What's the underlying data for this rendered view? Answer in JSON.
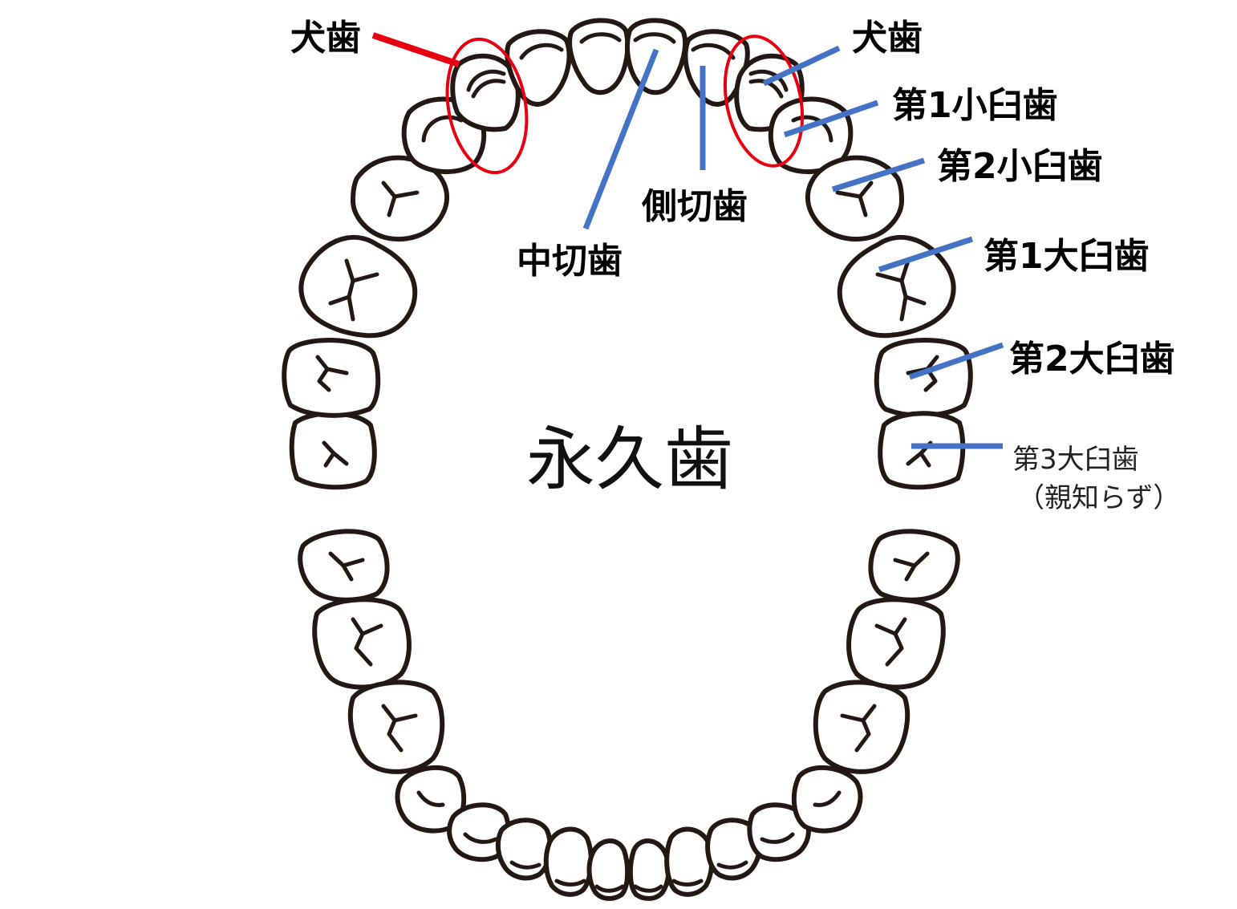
{
  "title": "永久歯",
  "colors": {
    "leader": "#4472C4",
    "highlight": "#E60012",
    "outline": "#231815"
  },
  "labels": {
    "canine_left": "犬歯",
    "canine_right": "犬歯",
    "central_incisor": "中切歯",
    "lateral_incisor": "側切歯",
    "first_premolar": "第1小臼歯",
    "second_premolar": "第2小臼歯",
    "first_molar": "第1大臼歯",
    "second_molar": "第2大臼歯",
    "third_molar": "第3大臼歯",
    "third_molar_note": "（親知らず）"
  }
}
